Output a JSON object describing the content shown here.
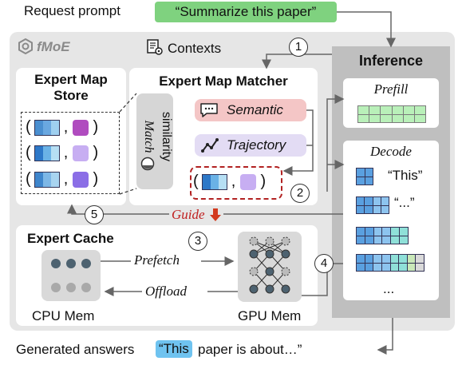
{
  "request": {
    "label": "Request prompt",
    "prompt": "“Summarize this paper”"
  },
  "system": {
    "name": "fMoE",
    "contexts_label": "Contexts"
  },
  "map_store": {
    "title_line1": "Expert Map",
    "title_line2": "Store"
  },
  "matcher": {
    "title": "Expert Map Matcher",
    "match_word": "Match",
    "similarity_word": "similarity",
    "semantic": "Semantic",
    "trajectory": "Trajectory"
  },
  "cache": {
    "title": "Expert Cache",
    "prefetch": "Prefetch",
    "offload": "Offload",
    "cpu": "CPU Mem",
    "gpu": "GPU Mem"
  },
  "inference": {
    "title": "Inference",
    "prefill": "Prefill",
    "decode": "Decode",
    "tokens": [
      "“This”",
      "“...”"
    ],
    "ellipsis": "..."
  },
  "guide": "Guide",
  "steps": [
    "1",
    "2",
    "3",
    "4",
    "5"
  ],
  "answer": {
    "label": "Generated answers",
    "highlight": "“This",
    "rest": "paper is about…”"
  },
  "colors": {
    "request_green": "#7fd27f",
    "semantic_pink": "#f4c6c6",
    "trajectory_lavender": "#e3dcf4",
    "guide_red": "#c02020",
    "answer_blue": "#6fc3f0",
    "node_dark": "#4d6270"
  }
}
